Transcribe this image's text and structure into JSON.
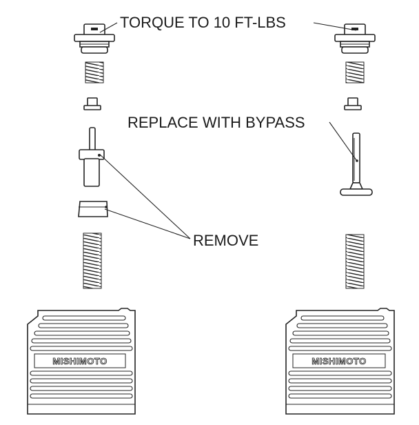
{
  "labels": {
    "torque": "TORQUE TO 10  FT-LBS",
    "replace": "REPLACE WITH BYPASS",
    "remove": "REMOVE"
  },
  "brand": {
    "left": "MISHIMOTO",
    "right": "MISHIMOTO"
  },
  "colors": {
    "line": "#222222",
    "background": "#ffffff"
  }
}
